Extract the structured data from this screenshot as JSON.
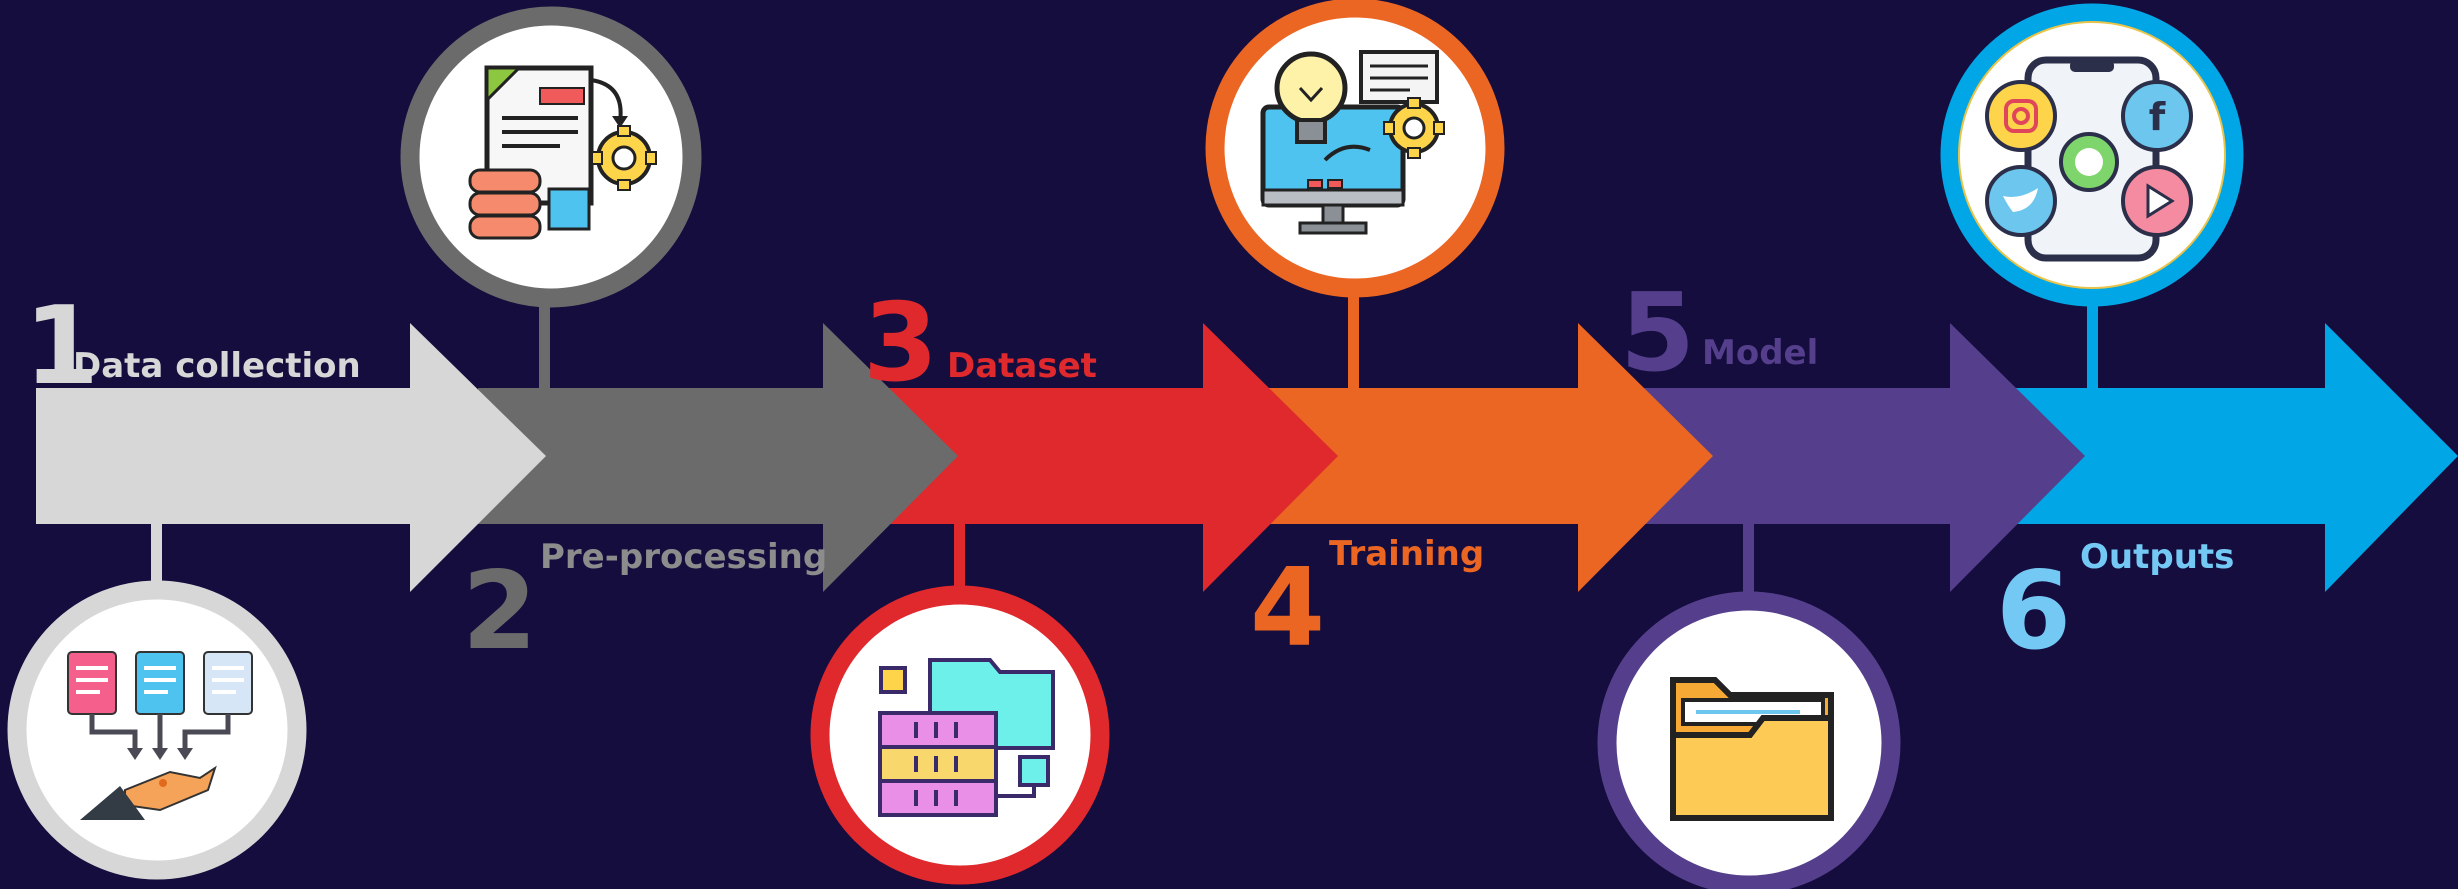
{
  "background": "#140d3e",
  "steps": [
    {
      "number": "1",
      "label": "Data collection",
      "color": "#d7d7d7",
      "number_color": "#d7d7d7",
      "label_color": "#d7d7d7",
      "icon": "document-collection-icon"
    },
    {
      "number": "2",
      "label": "Pre-processing",
      "color": "#6b6b6b",
      "number_color": "#6b6b6b",
      "label_color": "#8c8c8c",
      "icon": "document-processing-gear-icon"
    },
    {
      "number": "3",
      "label": "Dataset",
      "color": "#e0292c",
      "number_color": "#e0292c",
      "label_color": "#e0292c",
      "icon": "database-folder-icon"
    },
    {
      "number": "4",
      "label": "Training",
      "color": "#eb6623",
      "number_color": "#eb6623",
      "label_color": "#eb6623",
      "icon": "computer-lightbulb-gear-icon"
    },
    {
      "number": "5",
      "label": "Model",
      "color": "#553f8c",
      "number_color": "#553f8c",
      "label_color": "#553f8c",
      "icon": "folder-icon"
    },
    {
      "number": "6",
      "label": "Outputs",
      "color": "#00a6e6",
      "number_color": "#74c8f4",
      "label_color": "#74c8f4",
      "icon": "smartphone-social-media-icon"
    }
  ]
}
